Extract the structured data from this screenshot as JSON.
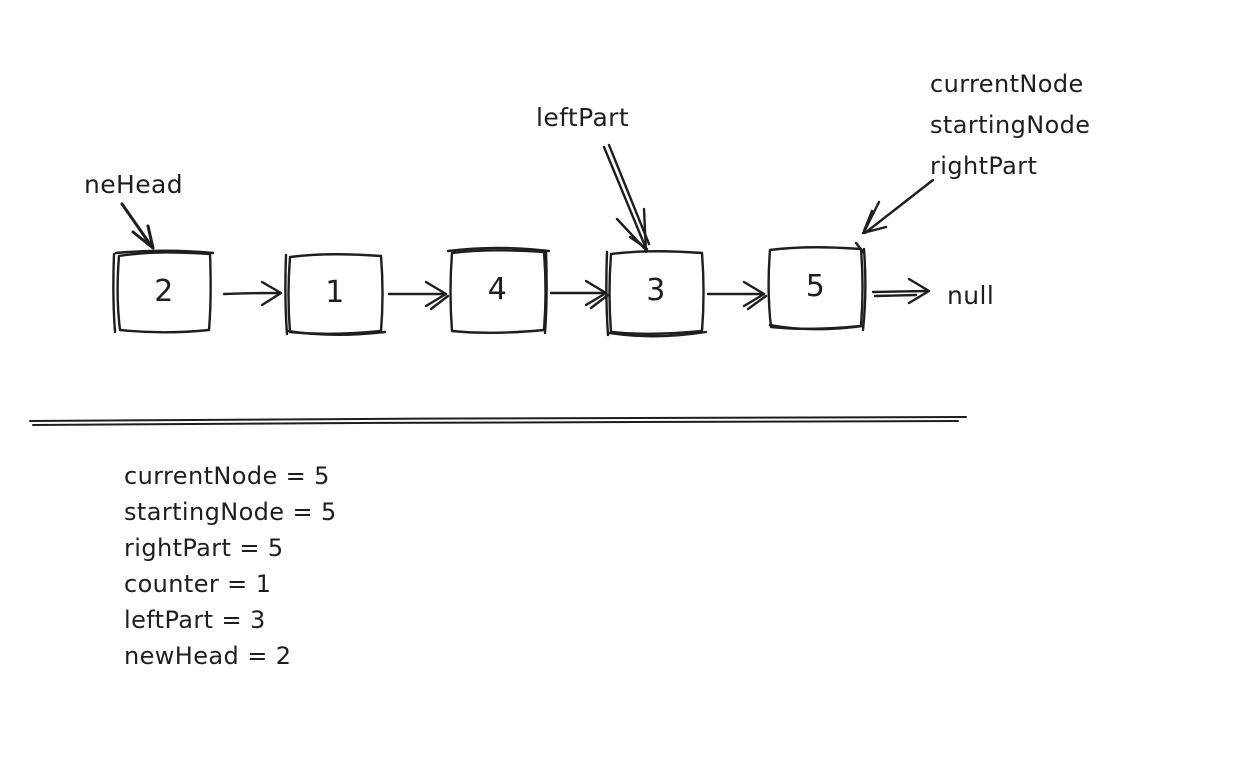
{
  "colors": {
    "ink": "#1e1e1e",
    "background": "#ffffff"
  },
  "diagram": {
    "nodes": [
      {
        "value": "2"
      },
      {
        "value": "1"
      },
      {
        "value": "4"
      },
      {
        "value": "3"
      },
      {
        "value": "5"
      }
    ],
    "tail_label": "null",
    "labels": {
      "new_head": "neHead",
      "left_part": "leftPart",
      "right_group": [
        "currentNode",
        "startingNode",
        "rightPart"
      ]
    }
  },
  "state": {
    "lines": [
      "currentNode = 5",
      "startingNode = 5",
      "rightPart = 5",
      "counter = 1",
      "leftPart = 3",
      "newHead = 2"
    ]
  }
}
